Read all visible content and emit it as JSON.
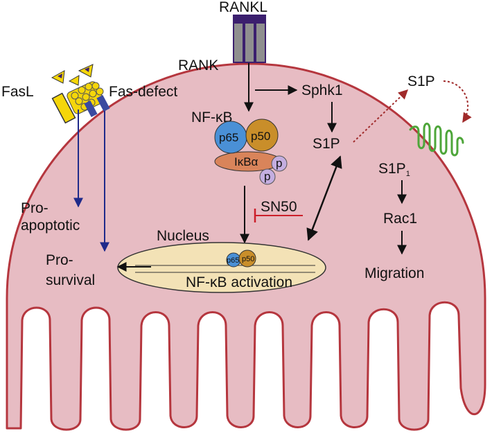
{
  "colors": {
    "cell_fill": "#e7bcc3",
    "cell_stroke": "#b5363e",
    "nucleus_fill": "#f3e2b6",
    "p65": "#4a90d6",
    "p50": "#c98e2a",
    "ikba": "#d9845a",
    "phospho": "#c4aee0",
    "receptor_gray": "#8f8f8f",
    "receptor_purple": "#3b1f6e",
    "s1pr_green": "#4ea63a",
    "fas_yellow": "#f5d60a",
    "fas_blue": "#3a4aa0",
    "inhibit_red": "#cc1f2a",
    "arrow_navy": "#1f2a8a",
    "arrow_dark_red": "#a02a2a"
  },
  "labels": {
    "rankl": "RANKL",
    "rank": "RANK",
    "nfkb": "NF-κB",
    "p65": "p65",
    "p50": "p50",
    "ikba": "IκBα",
    "p_phospho": "p",
    "sphk1": "Sphk1",
    "s1p_intracellular": "S1P",
    "s1p_extracellular": "S1P",
    "s1p1": "S1P",
    "s1p1_subscript": "1",
    "rac1": "Rac1",
    "migration": "Migration",
    "fasl": "FasL",
    "fas_defect": "Fas-defect",
    "pro_apoptotic_line1": "Pro-",
    "pro_apoptotic_line2": "apoptotic",
    "pro_survival_line1": "Pro-",
    "pro_survival_line2": "survival",
    "nucleus": "Nucleus",
    "sn50": "SN50",
    "nfkb_activation": "NF-κB activation",
    "nuc_p65": "p65",
    "nuc_p50": "p50"
  }
}
